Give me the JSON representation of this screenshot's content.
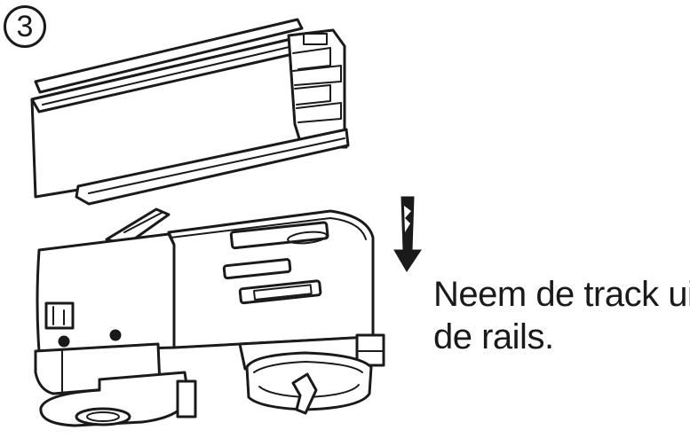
{
  "step": {
    "number": "3"
  },
  "instruction": {
    "line1": "Neem de track uit",
    "line2": "de rails."
  },
  "colors": {
    "ink": "#1a1a1a",
    "background": "#ffffff"
  },
  "icons": {
    "direction": "arrow-down-icon"
  }
}
